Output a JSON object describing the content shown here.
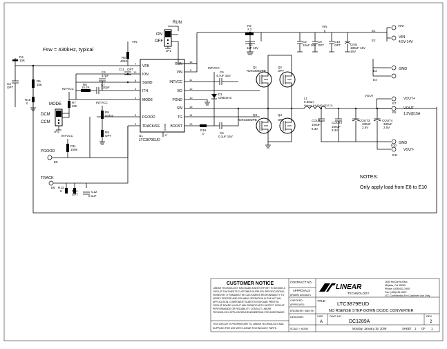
{
  "title_note": "Fsw = 430kHz, typical",
  "notes_header": "NOTES:",
  "notes_line": "Only apply load from E8 to E10",
  "ic": {
    "name": "LTC3879EUD",
    "ref": "U1",
    "pins_left": [
      "VFB",
      "ION",
      "SGND",
      "ITH",
      "MODE",
      "PGOOD",
      "TRACK/SS"
    ],
    "pin_nums_left": [
      "7",
      "13",
      "8",
      "4",
      "1",
      "3",
      "2"
    ],
    "pins_right": [
      "RUN",
      "VIN",
      "INTVCC",
      "BG",
      "PGND",
      "SW",
      "TG",
      "BOOST"
    ],
    "pin_nums_right": [
      "16",
      "5",
      "11",
      "12",
      "10",
      "15",
      "14",
      "13"
    ],
    "gnd_pin": "SGND",
    "gnd_num": "17"
  },
  "run_switch": {
    "label": "RUN",
    "on": "ON",
    "off": "OFF",
    "ref": "JP1"
  },
  "mode_switch": {
    "label": "MODE",
    "dcm": "DCM",
    "ccm": "CCM",
    "ref": "JP2"
  },
  "components": {
    "R4": [
      "R4",
      "10K"
    ],
    "R5": [
      "R5",
      "10K"
    ],
    "C3": [
      "C3",
      "OPT"
    ],
    "R15": [
      "R15",
      "0"
    ],
    "R7": [
      "R7",
      "20K"
    ],
    "R8": [
      "R8",
      "402K"
    ],
    "R6": [
      "R6",
      "15.2K"
    ],
    "C4": [
      "C4",
      "47pF"
    ],
    "C7": [
      "C7",
      "220pF"
    ],
    "C11": [
      "C11",
      "OPT"
    ],
    "R9": [
      "R9",
      "OPT"
    ],
    "R9b": [
      "R9",
      "0Ohm"
    ],
    "R11": [
      "R11",
      "100K"
    ],
    "R13": [
      "R13",
      "0"
    ],
    "R14": [
      "R14",
      "OPT"
    ],
    "C12": [
      "C12",
      "0.1uF"
    ],
    "R2": [
      "R2",
      "2.2"
    ],
    "C1": [
      "C1",
      "1uF 16V"
    ],
    "C5": [
      "C5",
      "4.7uF 16V"
    ],
    "D1": [
      "D1",
      "CMDSH3"
    ],
    "R16": [
      "R16",
      "0"
    ],
    "C6": [
      "C6",
      "0.1uF 16V"
    ],
    "C2": [
      "C2",
      "10uF 16V"
    ],
    "C9": [
      "C9",
      "OPT"
    ],
    "C10": [
      "C10",
      "OPT"
    ],
    "CIN1": [
      "CIN1",
      "180uF 16V"
    ],
    "L1": [
      "L1",
      "0.36uH"
    ],
    "L1p": "Vishay IHLP4040DZ-01",
    "COUT1": [
      "COUT1",
      "100uF 6.3V"
    ],
    "COUT2": [
      "COUT2",
      "100uF 6.3V"
    ],
    "COUT3": [
      "COUT3",
      "330uF 2.5V"
    ],
    "COUT4": [
      "COUT4",
      "330uF 2.5V"
    ],
    "Q1": [
      "Q1",
      "RJK0305DPB"
    ],
    "Q2": [
      "Q2",
      "OPT"
    ],
    "Q3": [
      "Q3",
      "RJK0330DPB"
    ],
    "Q4": [
      "Q4",
      "OPT"
    ]
  },
  "nets": {
    "vin": "VIN",
    "intvcc": "INTVCC",
    "vout": "VOUT"
  },
  "connectors": {
    "E1": "E1",
    "vin_lbl": "VIN+",
    "E2": "E2",
    "vin_rng": "VIN",
    "vin_val": "4.5V-14V",
    "E3": "E3",
    "gnd": "GND",
    "E4": "E4",
    "E7": "E7",
    "voutp": "VOUT+",
    "E8": "E8",
    "vout_lbl": "VOUT",
    "vout_val": "1.2V@15A",
    "E10": "E10",
    "E11": "E11",
    "voutm": "VOUT-",
    "pgood": "PGOOD",
    "E5": "E5",
    "track": "TRACK",
    "E6": "E6"
  },
  "customer_notice": {
    "title": "CUSTOMER NOTICE",
    "body": [
      "LINEAR TECHNOLOGY HAS MADE A BEST EFFORT TO DESIGN A",
      "CIRCUIT THAT MEETS CUSTOMER-SUPPLIED SPECIFICATIONS;",
      "HOWEVER, IT REMAINS THE CUSTOMERS RESPONSIBILITY TO",
      "VERIFY PROPER AND RELIABLE OPERATION IN THE ACTUAL",
      "APPLICATION. COMPONENT SUBSTITUTION AND PRINTED",
      "CIRCUIT BOARD LAYOUT MAY SIGNIFICANTLY AFFECT CIRCUIT",
      "PERFORMANCE OR RELIABILITY. CONTACT LINEAR",
      "TECHNOLOGY APPLICATIONS ENGINEERING FOR ASSISTANCE."
    ],
    "footer": [
      "THIS CIRCUIT IS PROPRIETARY TO LINEAR TECHNOLOGY AND",
      "SUPPLIED FOR USE WITH LINEAR TECHNOLOGY PARTS."
    ]
  },
  "title_block": {
    "contract_no": "CONTRACT NO.",
    "approvals": "APPROVALS",
    "drawn": "DRAWN: Antonina K.",
    "checked": "CHECKED:",
    "approved": "APPROVED:",
    "engineer": "ENGINEER: Mike Sh.",
    "designer": "DESIGNER:",
    "company": "LINEAR",
    "company_sub": "TECHNOLOGY",
    "address": [
      "1630 McCarthy Blvd.",
      "Milpitas, CA 95035",
      "Phone: (408)432-1900",
      "Fax: (408)434-0507"
    ],
    "confidential": "LTC Confidential-For Customer Use Only",
    "title_lbl": "TITLE:",
    "title": "LTC3879EUD",
    "subtitle": "NO RSENSE  STEP-DOWN DC/DC CONVERTER",
    "size_lbl": "SIZE",
    "size": "A",
    "dwg_lbl": "DWG NO.",
    "dwg": "DC1289A",
    "rev_lbl": "REV",
    "rev": "2",
    "scale": "SCALE = NONE",
    "date": "Monday, January 19, 2009",
    "sheet_lbl": "SHEET",
    "sheet": "1",
    "of_lbl": "OF",
    "of": "1"
  }
}
